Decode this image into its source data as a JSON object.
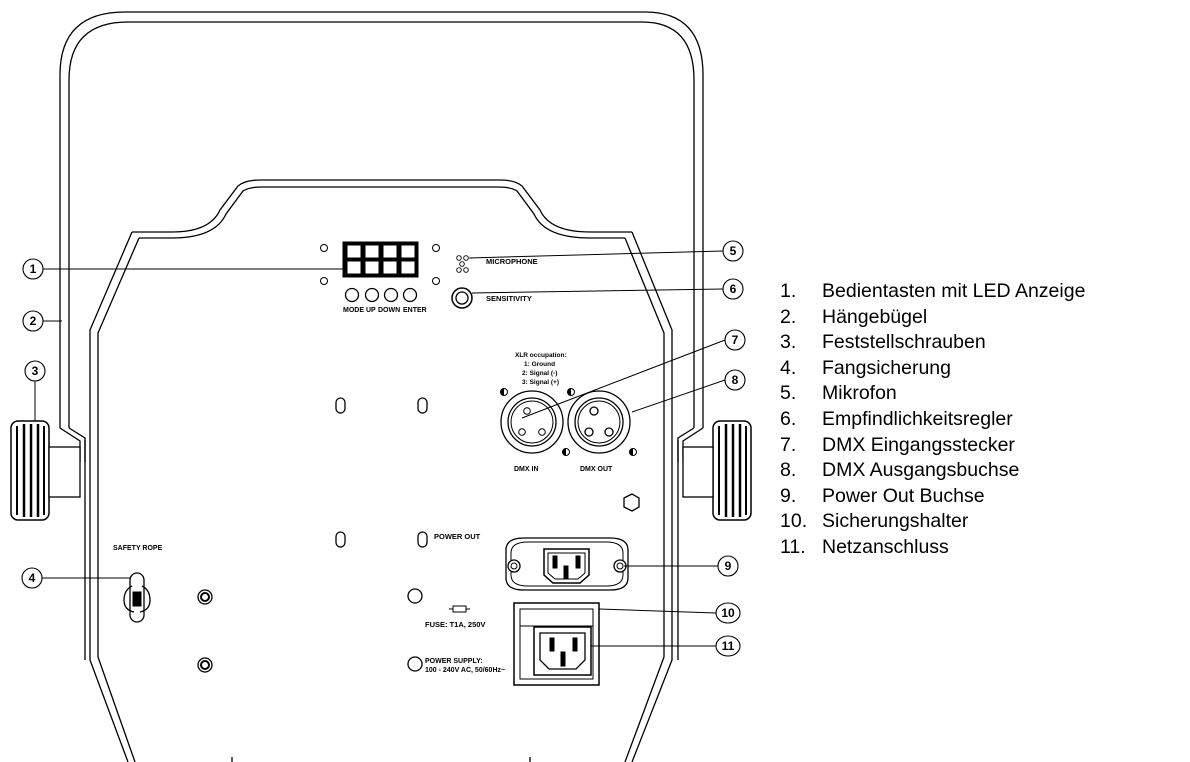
{
  "panel": {
    "control_buttons": [
      "MODE",
      "UP",
      "DOWN",
      "ENTER"
    ],
    "microphone_label": "MICROPHONE",
    "sensitivity_label": "SENSITIVITY",
    "xlr_title": "XLR occupation:",
    "xlr_pins": [
      "1: Ground",
      "2: Signal (-)",
      "3: Signal (+)"
    ],
    "dmx_in_label": "DMX IN",
    "dmx_out_label": "DMX OUT",
    "power_out_label": "POWER OUT",
    "safety_rope_label": "SAFETY ROPE",
    "fuse_label": "FUSE: T1A, 250V",
    "power_supply_line1": "POWER SUPPLY:",
    "power_supply_line2": "100 - 240V AC, 50/60Hz~"
  },
  "callouts": [
    "1",
    "2",
    "3",
    "4",
    "5",
    "6",
    "7",
    "8",
    "9",
    "10",
    "11"
  ],
  "legend": [
    {
      "num": "1.",
      "text": "Bedientasten mit LED Anzeige"
    },
    {
      "num": "2.",
      "text": "Hängebügel"
    },
    {
      "num": "3.",
      "text": "Feststellschrauben"
    },
    {
      "num": "4.",
      "text": "Fangsicherung"
    },
    {
      "num": "5.",
      "text": "Mikrofon"
    },
    {
      "num": "6.",
      "text": "Empfindlichkeitsregler"
    },
    {
      "num": "7.",
      "text": "DMX Eingangsstecker"
    },
    {
      "num": "8.",
      "text": "DMX Ausgangsbuchse"
    },
    {
      "num": "9.",
      "text": "Power Out Buchse"
    },
    {
      "num": "10.",
      "text": "Sicherungshalter"
    },
    {
      "num": "11.",
      "text": "Netzanschluss"
    }
  ]
}
